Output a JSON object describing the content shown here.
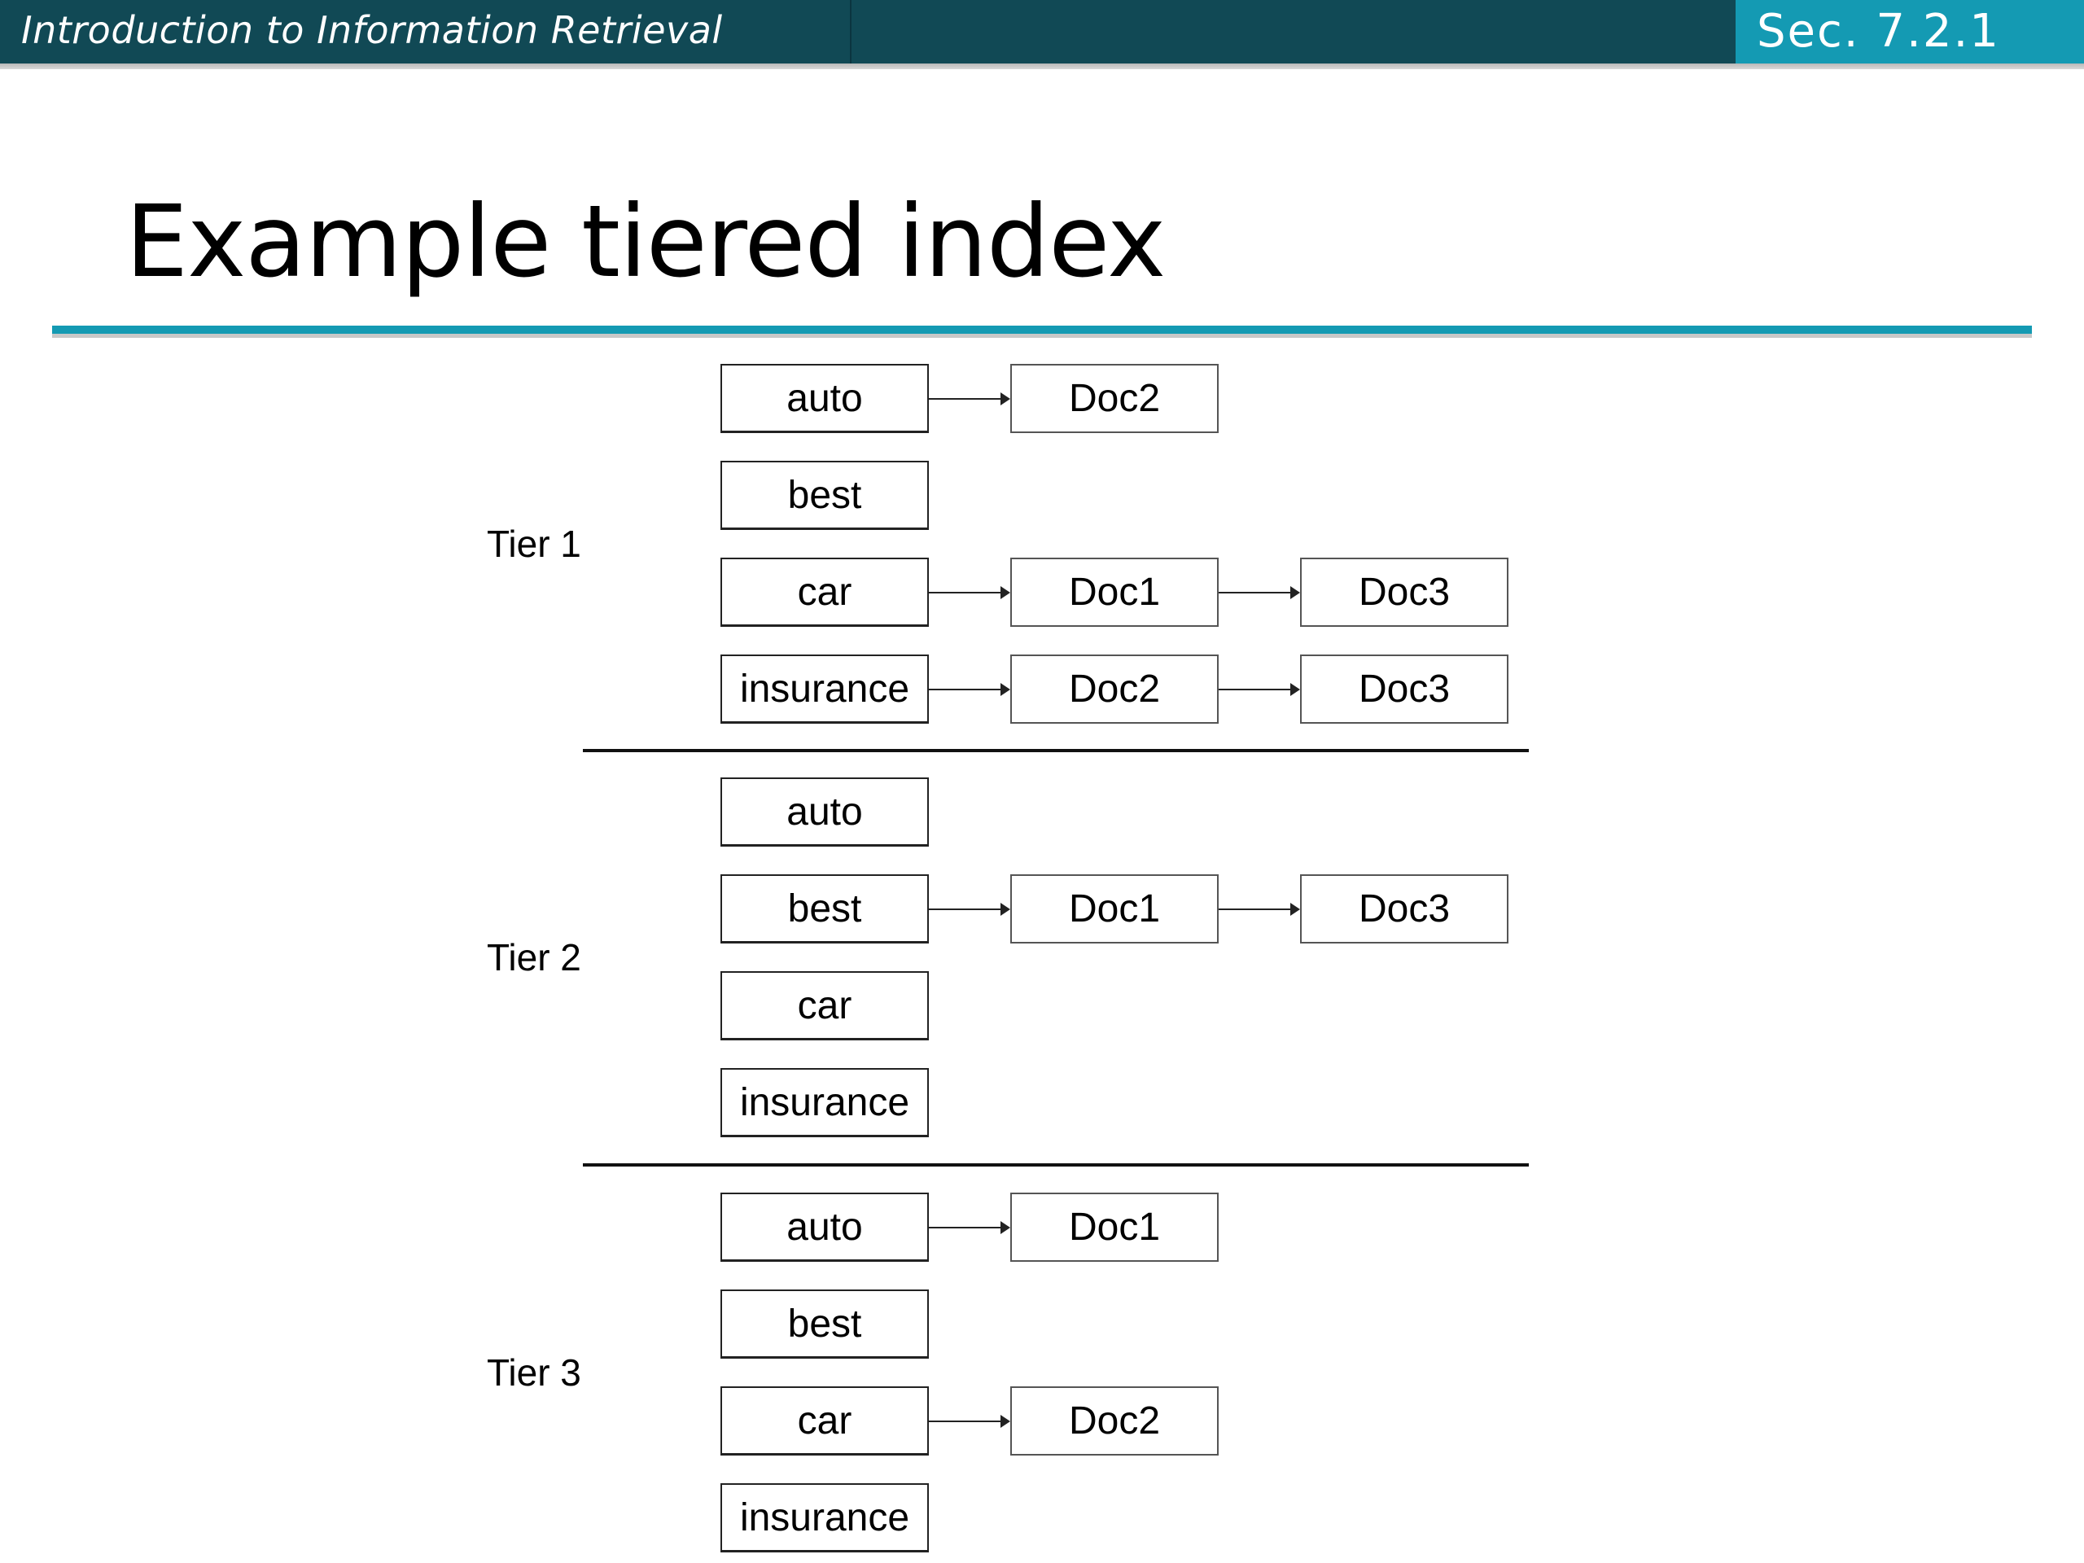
{
  "header": {
    "course_title": "Introduction to Information Retrieval",
    "section": "Sec. 7.2.1"
  },
  "colors": {
    "header_dark": "#114955",
    "accent": "#149ab3"
  },
  "slide": {
    "title": "Example tiered index",
    "tiers": [
      {
        "label": "Tier 1",
        "rows": [
          {
            "term": "auto",
            "postings": [
              "Doc2"
            ]
          },
          {
            "term": "best",
            "postings": []
          },
          {
            "term": "car",
            "postings": [
              "Doc1",
              "Doc3"
            ]
          },
          {
            "term": "insurance",
            "postings": [
              "Doc2",
              "Doc3"
            ]
          }
        ]
      },
      {
        "label": "Tier 2",
        "rows": [
          {
            "term": "auto",
            "postings": []
          },
          {
            "term": "best",
            "postings": [
              "Doc1",
              "Doc3"
            ]
          },
          {
            "term": "car",
            "postings": []
          },
          {
            "term": "insurance",
            "postings": []
          }
        ]
      },
      {
        "label": "Tier 3",
        "rows": [
          {
            "term": "auto",
            "postings": [
              "Doc1"
            ]
          },
          {
            "term": "best",
            "postings": []
          },
          {
            "term": "car",
            "postings": [
              "Doc2"
            ]
          },
          {
            "term": "insurance",
            "postings": []
          }
        ]
      }
    ]
  }
}
